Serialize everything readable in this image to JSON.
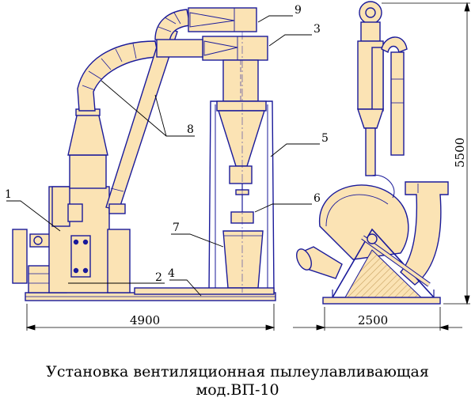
{
  "callouts": {
    "c1": "1",
    "c2": "2",
    "c3": "3",
    "c4": "4",
    "c5": "5",
    "c6": "6",
    "c7": "7",
    "c8": "8",
    "c9": "9"
  },
  "dimensions": {
    "width_front": "4900",
    "width_side": "2500",
    "height_side": "5500"
  },
  "caption": {
    "line1": "Установка вентиляционная пылеулавливающая",
    "line2": "мод.ВП-10"
  },
  "colors": {
    "fill": "#fbe3b4",
    "outline": "#1a1a9a",
    "hatch": "#c9a262",
    "ink": "#000000"
  }
}
